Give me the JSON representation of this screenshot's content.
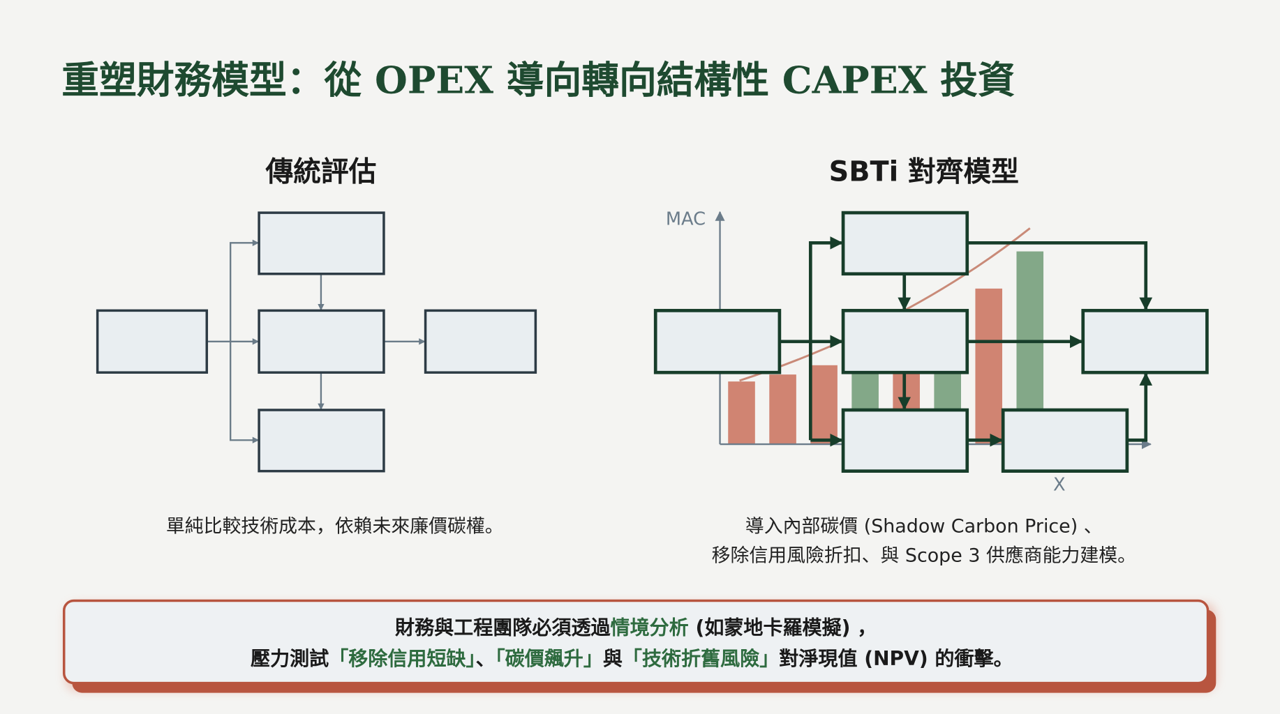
{
  "title": "重塑財務模型：從 OPEX 導向轉向結構性 CAPEX 投資",
  "left_panel": {
    "heading": "傳統評估",
    "caption": "單純比較技術成本，依賴未來廉價碳權。"
  },
  "right_panel": {
    "heading": "SBTi 對齊模型",
    "y_axis_label": "MAC",
    "x_axis_label": "X",
    "caption_line1": "導入內部碳價 (Shadow Carbon Price) 、",
    "caption_line2": "移除信用風險折扣、與 Scope 3 供應商能力建模。",
    "mac_bars": [
      {
        "value": 0.27,
        "color": "#c9705c"
      },
      {
        "value": 0.3,
        "color": "#c9705c"
      },
      {
        "value": 0.34,
        "color": "#c9705c"
      },
      {
        "value": 0.32,
        "color": "#6f9a76"
      },
      {
        "value": 0.31,
        "color": "#c9705c"
      },
      {
        "value": 0.31,
        "color": "#6f9a76"
      },
      {
        "value": 0.67,
        "color": "#c9705c"
      },
      {
        "value": 0.83,
        "color": "#6f9a76"
      }
    ]
  },
  "callout": {
    "line1_a": "財務與工程團隊必須透過",
    "line1_hl": "情境分析",
    "line1_b": " (如蒙地卡羅模擬) ，",
    "line2_a": "壓力測試",
    "line2_hl1": "「移除信用短缺」",
    "line2_sep1": "、",
    "line2_hl2": "「碳價飆升」",
    "line2_sep2": "與",
    "line2_hl3": "「技術折舊風險」",
    "line2_b": "對淨現值 (NPV) 的衝擊。"
  },
  "colors": {
    "title": "#1e4a30",
    "highlight": "#2e6b3f",
    "callout_shadow": "#b8553f"
  }
}
